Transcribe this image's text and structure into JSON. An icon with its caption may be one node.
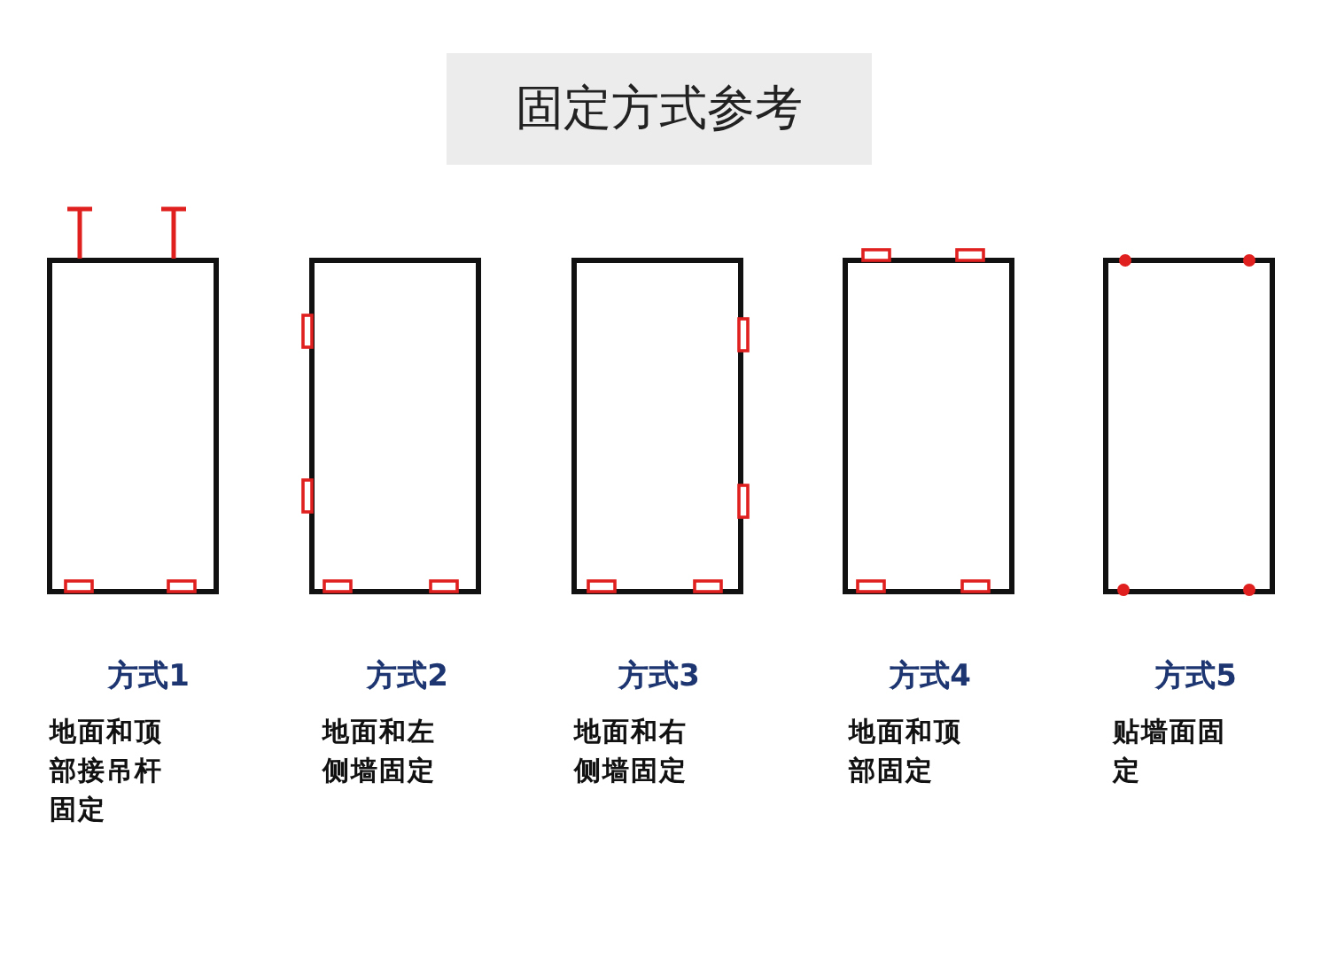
{
  "diagram": {
    "title": "固定方式参考",
    "labels": [
      "方式1",
      "方式2",
      "方式3",
      "方式4",
      "方式5",
      "地面和顶部接吊杆固定",
      "地面和左侧墙固定",
      "地面和右侧墙固定",
      "地面和顶部固定",
      "贴墙面固定"
    ]
  }
}
